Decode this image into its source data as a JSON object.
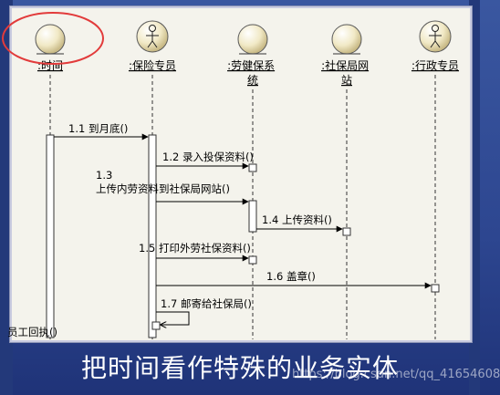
{
  "objects": [
    {
      "id": "time",
      "label": ":时间",
      "icon": "entity-object-icon"
    },
    {
      "id": "insurance_clerk",
      "label": ":保险专员",
      "icon": "actor-icon"
    },
    {
      "id": "labor_system",
      "label": ":劳健保系统",
      "icon": "entity-object-icon"
    },
    {
      "id": "ssb_site",
      "label": ":社保局网站",
      "icon": "entity-object-icon"
    },
    {
      "id": "admin_clerk",
      "label": ":行政专员",
      "icon": "actor-icon"
    }
  ],
  "messages": [
    {
      "label": "1.1 到月底()"
    },
    {
      "label": "1.2 录入投保资料()"
    },
    {
      "label": "1.3 上传内劳资料到社保局网站()"
    },
    {
      "label": "1.4 上传资料()"
    },
    {
      "label": "1.5 打印外劳社保资料()"
    },
    {
      "label": "1.6 盖章()"
    },
    {
      "label": "1.7 邮寄给社保局()"
    },
    {
      "label": "员工回执()"
    }
  ],
  "caption": "把时间看作特殊的业务实体",
  "watermark": "https://blog.csdn.net/qq_41654608",
  "colors": {
    "highlight_ellipse": "#e23b3b",
    "background": "#2d4690",
    "panel": "#f4f3ec"
  }
}
